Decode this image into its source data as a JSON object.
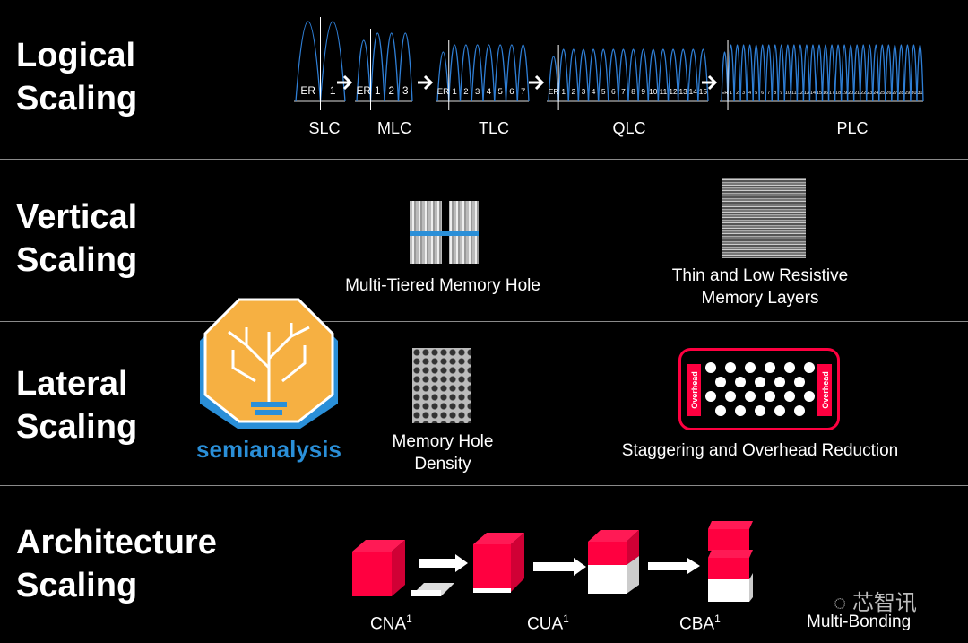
{
  "rows": [
    {
      "title_line1": "Logical",
      "title_line2": "Scaling"
    },
    {
      "title_line1": "Vertical",
      "title_line2": "Scaling"
    },
    {
      "title_line1": "Lateral",
      "title_line2": "Scaling"
    },
    {
      "title_line1": "Architecture",
      "title_line2": "Scaling"
    }
  ],
  "logical": {
    "cells": [
      {
        "name": "SLC",
        "levels": 2
      },
      {
        "name": "MLC",
        "levels": 4
      },
      {
        "name": "TLC",
        "levels": 8
      },
      {
        "name": "QLC",
        "levels": 16
      },
      {
        "name": "PLC",
        "levels": 32
      }
    ],
    "erased_label": "ER",
    "curve_color": "#2f7fd6"
  },
  "vertical": {
    "item1": "Multi-Tiered Memory Hole",
    "item2_line1": "Thin and Low Resistive",
    "item2_line2": "Memory Layers"
  },
  "lateral": {
    "item1_line1": "Memory Hole",
    "item1_line2": "Density",
    "item2": "Staggering and Overhead Reduction",
    "overhead_label": "Overhead"
  },
  "architecture": {
    "items": [
      "CNA",
      "CUA",
      "CBA",
      "Multi-Bonding"
    ],
    "footnote": "1"
  },
  "logo": {
    "text": "semianalysis"
  },
  "watermark": {
    "text": "芯智讯"
  },
  "colors": {
    "accent_red": "#ff0040",
    "logo_orange": "#f6b042",
    "logo_blue": "#2a8fd8"
  }
}
